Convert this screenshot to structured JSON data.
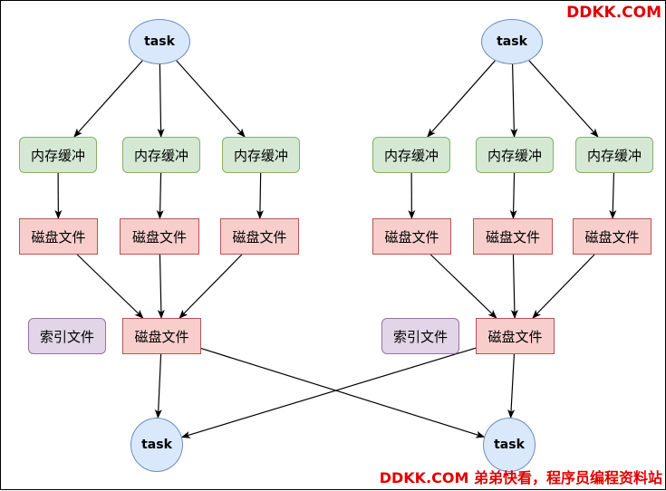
{
  "watermark_top": "DDKK.COM",
  "watermark_bottom": "DDKK.COM 弟弟快看，程序员编程资料站",
  "colors": {
    "task_fill": "#dae8fc",
    "task_stroke": "#6c8ebf",
    "buffer_fill": "#d5e8d4",
    "buffer_stroke": "#82b366",
    "disk_fill": "#f8cecc",
    "disk_stroke": "#b85450",
    "index_fill": "#e1d5e7",
    "index_stroke": "#9673a6",
    "watermark": "#e00000"
  },
  "nodes": {
    "task_top_left": "task",
    "task_top_right": "task",
    "buffer_l1": "内存缓冲",
    "buffer_l2": "内存缓冲",
    "buffer_l3": "内存缓冲",
    "buffer_r1": "内存缓冲",
    "buffer_r2": "内存缓冲",
    "buffer_r3": "内存缓冲",
    "disk_l1": "磁盘文件",
    "disk_l2": "磁盘文件",
    "disk_l3": "磁盘文件",
    "disk_r1": "磁盘文件",
    "disk_r2": "磁盘文件",
    "disk_r3": "磁盘文件",
    "index_left": "索引文件",
    "index_right": "索引文件",
    "merged_left": "磁盘文件",
    "merged_right": "磁盘文件",
    "task_bottom_left": "task",
    "task_bottom_right": "task"
  },
  "edges": [
    [
      "task_top_left",
      "buffer_l1"
    ],
    [
      "task_top_left",
      "buffer_l2"
    ],
    [
      "task_top_left",
      "buffer_l3"
    ],
    [
      "task_top_right",
      "buffer_r1"
    ],
    [
      "task_top_right",
      "buffer_r2"
    ],
    [
      "task_top_right",
      "buffer_r3"
    ],
    [
      "buffer_l1",
      "disk_l1"
    ],
    [
      "buffer_l2",
      "disk_l2"
    ],
    [
      "buffer_l3",
      "disk_l3"
    ],
    [
      "buffer_r1",
      "disk_r1"
    ],
    [
      "buffer_r2",
      "disk_r2"
    ],
    [
      "buffer_r3",
      "disk_r3"
    ],
    [
      "disk_l1",
      "merged_left"
    ],
    [
      "disk_l2",
      "merged_left"
    ],
    [
      "disk_l3",
      "merged_left"
    ],
    [
      "disk_r1",
      "merged_right"
    ],
    [
      "disk_r2",
      "merged_right"
    ],
    [
      "disk_r3",
      "merged_right"
    ],
    [
      "merged_left",
      "task_bottom_left"
    ],
    [
      "merged_left",
      "task_bottom_right"
    ],
    [
      "merged_right",
      "task_bottom_left"
    ],
    [
      "merged_right",
      "task_bottom_right"
    ]
  ]
}
